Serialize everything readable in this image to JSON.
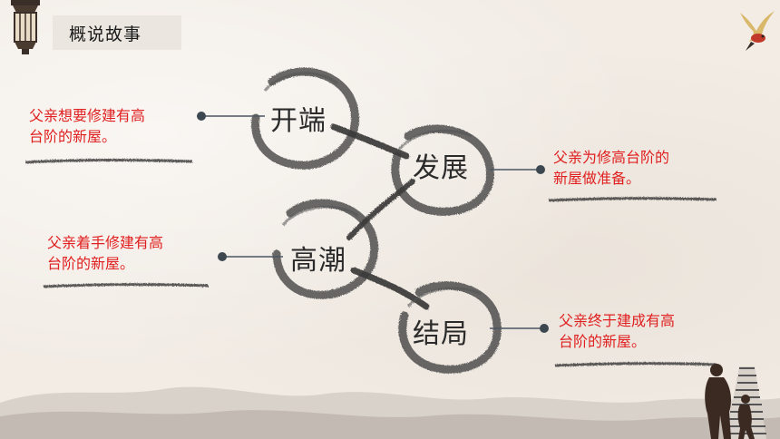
{
  "header": {
    "title": "概说故事"
  },
  "nodes": [
    {
      "id": "start",
      "label": "开端"
    },
    {
      "id": "develop",
      "label": "发展"
    },
    {
      "id": "climax",
      "label": "高潮"
    },
    {
      "id": "ending",
      "label": "结局"
    }
  ],
  "descriptions": {
    "start": {
      "line1": "父亲想要修建有高",
      "line2": "台阶的新屋。"
    },
    "develop": {
      "line1": "父亲为修高台阶的",
      "line2": "新屋做准备。"
    },
    "climax": {
      "line1": "父亲着手修建有高",
      "line2": "台阶的新屋。"
    },
    "ending": {
      "line1": "父亲终于建成有高",
      "line2": "台阶的新屋。"
    }
  },
  "colors": {
    "accent": "#e02020",
    "ink": "#2b2b2b",
    "connector": "#4a5560"
  }
}
